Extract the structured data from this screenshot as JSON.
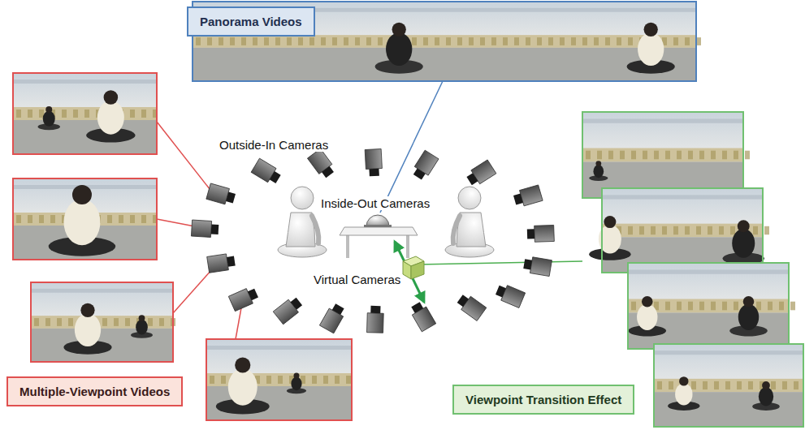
{
  "diagram": {
    "nodes": [
      {
        "text": [
          "Panorama Videos"
        ]
      },
      {
        "text": [
          "Multiple-Viewpoint Videos"
        ]
      },
      {
        "text": [
          "Viewpoint Transition Effect"
        ]
      }
    ],
    "labels": [
      "Outside-In Cameras",
      "Inside-Out Cameras",
      "Virtual Cameras"
    ]
  }
}
